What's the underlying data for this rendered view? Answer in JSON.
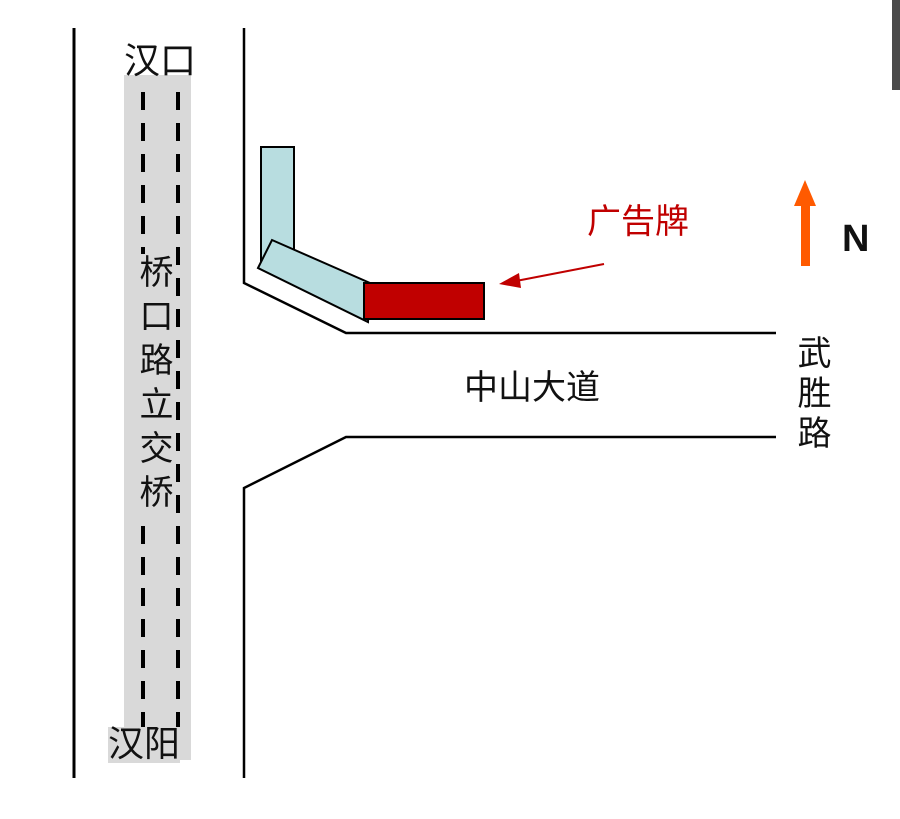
{
  "labels": {
    "hankou": "汉口",
    "hanyang": "汉阳",
    "bridge": "桥口路立交桥",
    "zhongshan": "中山大道",
    "wusheng": "武胜路",
    "billboard": "广告牌",
    "north": "N"
  },
  "colors": {
    "billboard": "#c00000",
    "structure": "#b8dde0",
    "bridge_band": "#d9d9d9",
    "arrow_north": "#ff5a00",
    "annotation": "#c00000",
    "line": "#000000"
  }
}
